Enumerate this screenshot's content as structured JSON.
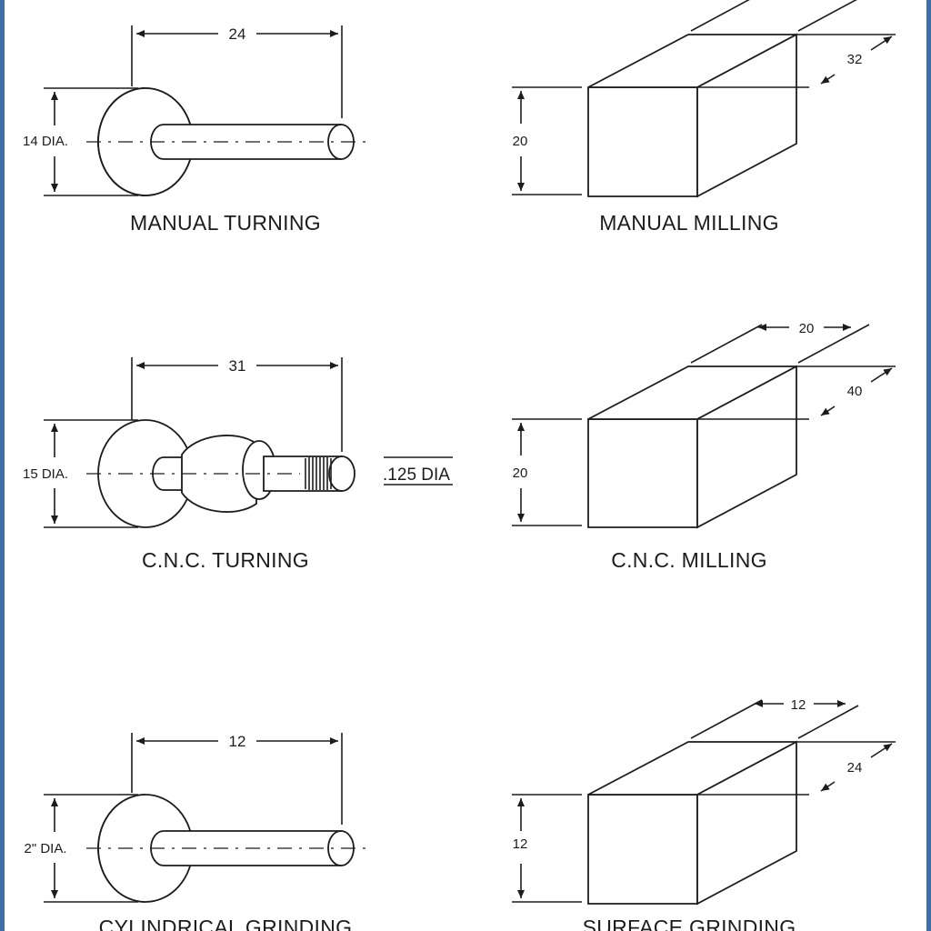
{
  "border_color": "#3f6fa6",
  "panels": {
    "manual_turning": {
      "caption": "MANUAL TURNING",
      "length": "24",
      "diameter": "14 DIA."
    },
    "manual_milling": {
      "caption": "MANUAL MILLING",
      "height": "20",
      "depth": "32"
    },
    "cnc_turning": {
      "caption": "C.N.C. TURNING",
      "length": "31",
      "diameter": "15 DIA.",
      "thread_note": ".125 DIA"
    },
    "cnc_milling": {
      "caption": "C.N.C. MILLING",
      "width": "20",
      "height": "20",
      "depth": "40"
    },
    "cylindrical_grinding": {
      "caption": "CYLINDRICAL GRINDING",
      "length": "12",
      "diameter": "2\" DIA."
    },
    "surface_grinding": {
      "caption": "SURFACE GRINDING",
      "width": "12",
      "height": "12",
      "depth": "24"
    }
  }
}
